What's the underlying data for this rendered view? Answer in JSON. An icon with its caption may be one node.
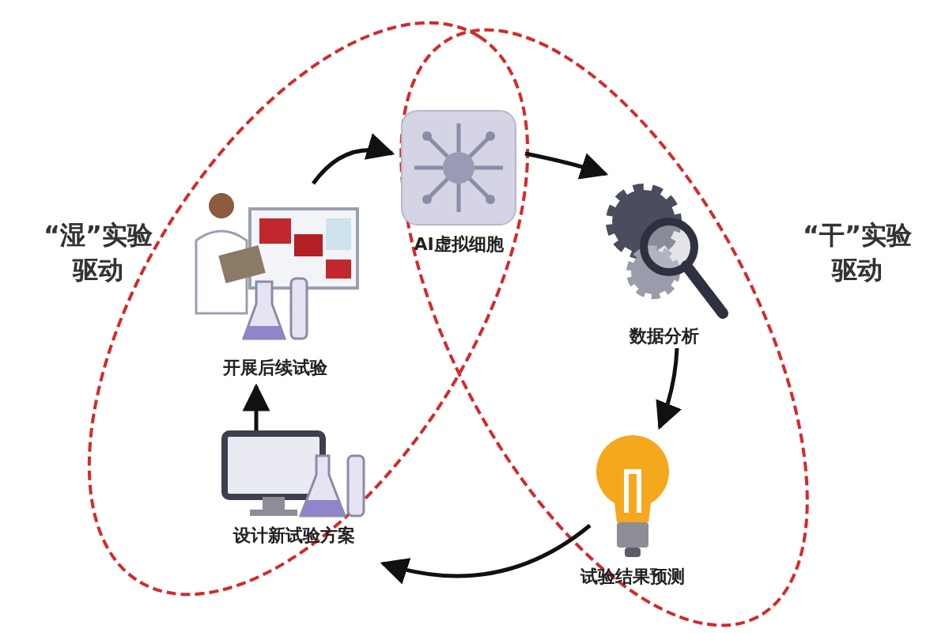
{
  "diagram": {
    "nodes": [
      {
        "text": [
          "开展后续试验"
        ]
      },
      {
        "text": [
          "AI虚拟细胞"
        ]
      },
      {
        "text": [
          "数据分析"
        ]
      },
      {
        "text": [
          "试验结果预测"
        ]
      },
      {
        "text": [
          "设计新试验方案"
        ]
      }
    ],
    "edges": [
      {
        "from": 0,
        "to": 1,
        "arrow": "to"
      },
      {
        "from": 1,
        "to": 2,
        "arrow": "to"
      },
      {
        "from": 2,
        "to": 3,
        "arrow": "to"
      },
      {
        "from": 3,
        "to": 4,
        "arrow": "to"
      },
      {
        "from": 4,
        "to": 0,
        "arrow": "to"
      }
    ],
    "labels": [
      "“湿”实验驱动",
      "“干”实验驱动"
    ]
  }
}
